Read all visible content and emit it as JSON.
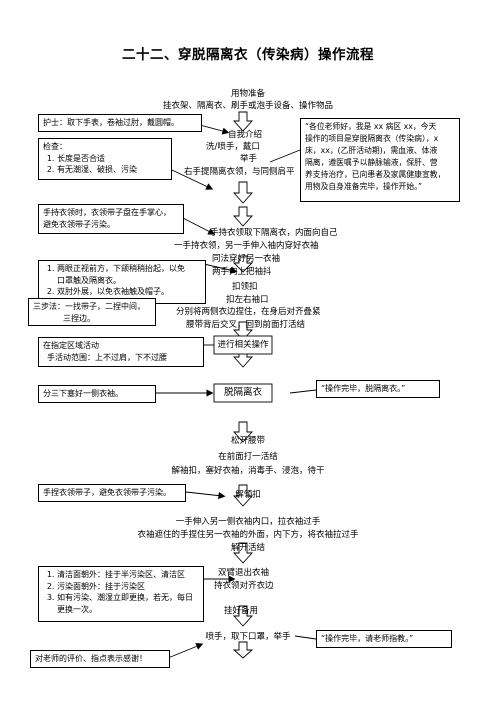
{
  "title": "二十二、穿脱隔离衣（传染病）操作流程",
  "flow": {
    "prep": "用物准备",
    "prep_items": "挂衣架、隔离衣、刷手或泡手设备、操作物品",
    "self_intro": "自我介绍",
    "wash": "洗/喷手，戴口",
    "raise": "举手",
    "lift_collar": "右手提隔离衣领，与同侧肩平",
    "hold_collar": "手持衣领取下隔离衣，内面向自己",
    "one_sleeve": "一手持衣领，另一手伸入袖内穿好衣袖",
    "other_sleeve": "同法穿好另一衣袖",
    "raise_shake": "两手向上把袖抖",
    "tie_collar": "扣领扣",
    "cuff": "扣左右袖口",
    "fold": "分别将两侧衣边捏住，在身后对齐叠紧",
    "belt": "腰带背后交叉，回到前面打活结",
    "operate": "进行相关操作",
    "remove": "脱隔离衣",
    "untie_belt": "松开腰带",
    "front_knot": "在前面打一活结",
    "cuff_wash": "解袖扣，塞好衣袖，消毒手、浸泡，待干",
    "untie_collar": "解领扣",
    "pull_sleeve": "一手伸入另一侧衣袖内口，拉衣袖过手",
    "cover_hand": "衣袖遮住的手捏住另一衣袖的外面，内下方，将衣袖拉过手",
    "untie_knot": "解开活结",
    "hold_both": "双臂退出衣袖",
    "align": "持衣领对齐衣边",
    "hang": "挂好备用",
    "final": "喷手，取下口罩，举手"
  },
  "notes": {
    "nurse": "护士：取下手表，卷袖过肘，戴圆帽。",
    "check_title": "检查：",
    "check_items": [
      "长度是否合适",
      "有无潮湿、破损、污染"
    ],
    "speech_start": [
      "“各位老师好，我是 xx 病区 xx，今天",
      "操作的项目是穿脱隔离衣（传染病），x",
      "床，xx，(乙肝活动期)，需血液、体液",
      "隔离，遵医嘱予以静脉输液，保肝、营",
      "养支持治疗，已向患者及家属健康宣教，",
      "用物及自身准备完毕，操作开始。”"
    ],
    "collar_hold": [
      "手持衣领时，衣领带子盘在手掌心，",
      "避免衣领带子污染。"
    ],
    "wear_tips": [
      "两眼正视前方，下颌稍稍抬起，以免",
      "口罩触及隔离衣。",
      "双肘外展，以免衣袖触及帽子。"
    ],
    "three_steps": [
      "三步法：一找带子，二捏中间，",
      "三捏边。"
    ],
    "area": [
      "在指定区域活动",
      "手活动范围：上不过肩，下不过腰"
    ],
    "tuck_sleeve": "分三下塞好一侧衣袖。",
    "speech_remove": "“操作完毕，脱隔离衣。”",
    "collar_strap": "手捏衣领带子，避免衣领带子污染。",
    "hang_items": [
      "清洁面朝外：挂于半污染区、清洁区",
      "污染面朝外：挂于污染区",
      "如有污染、潮湿立即更换，若无，每日",
      "更换一次。"
    ],
    "speech_end": "“操作完毕，请老师指教。”",
    "thanks": "对老师的评价、指点表示感谢！"
  }
}
